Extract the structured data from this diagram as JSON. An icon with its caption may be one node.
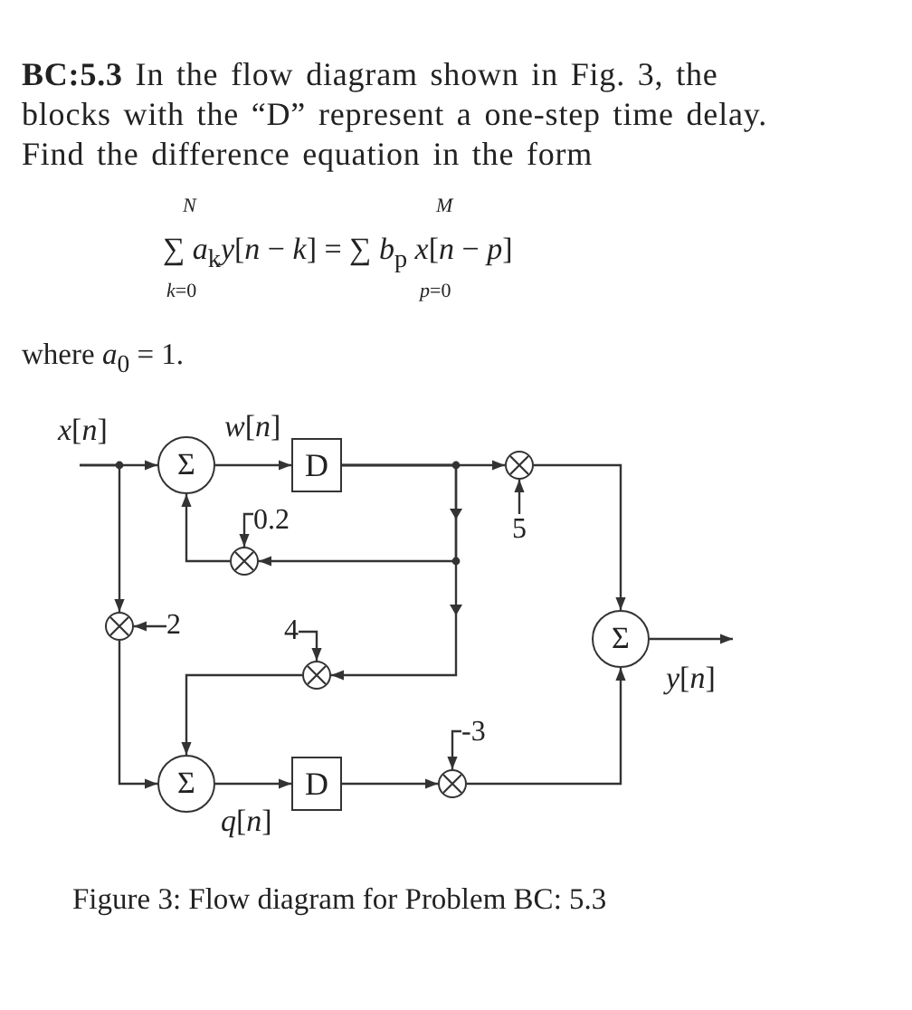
{
  "diagram": {
    "caption": "Figure 3: Flow diagram for Problem BC: 5.3",
    "nodes": [
      {
        "text": [
          "Σ"
        ]
      },
      {
        "text": [
          "D"
        ]
      },
      {
        "text": [],
        "shape": "circle"
      },
      {
        "text": [
          "5"
        ]
      },
      {
        "text": [],
        "shape": "circle"
      },
      {
        "text": [
          "0.2"
        ]
      },
      {
        "text": [],
        "shape": "circle"
      },
      {
        "text": [
          "2"
        ]
      },
      {
        "text": [
          "4"
        ]
      },
      {
        "text": [],
        "shape": "circle"
      },
      {
        "text": [
          "Σ"
        ]
      },
      {
        "text": [
          "Σ"
        ]
      },
      {
        "text": [
          "D"
        ]
      },
      {
        "text": [],
        "shape": "circle"
      },
      {
        "text": [
          "-3"
        ]
      }
    ],
    "edges": [
      {
        "from": null,
        "to": 0,
        "arrow": "to"
      },
      {
        "from": null,
        "to": 6,
        "arrow": "to"
      },
      {
        "from": 0,
        "to": 1,
        "arrow": "to",
        "label": "*w*[*n*]"
      },
      {
        "from": 1,
        "to": 2,
        "arrow": "to"
      },
      {
        "from": 1,
        "to": 4,
        "arrow": "to"
      },
      {
        "from": 1,
        "to": 9,
        "arrow": "to"
      },
      {
        "from": 3,
        "to": 2,
        "arrow": "to"
      },
      {
        "from": 5,
        "to": 4,
        "arrow": "to"
      },
      {
        "from": 7,
        "to": 6,
        "arrow": "to"
      },
      {
        "from": 8,
        "to": 9,
        "arrow": "to"
      },
      {
        "from": 6,
        "to": 11,
        "arrow": "to"
      },
      {
        "from": 9,
        "to": 11,
        "arrow": "to"
      },
      {
        "from": 4,
        "to": 0,
        "arrow": "to"
      },
      {
        "from": 11,
        "to": 12,
        "arrow": "to",
        "label": "*q*[*n*]"
      },
      {
        "from": 12,
        "to": 13,
        "arrow": "to"
      },
      {
        "from": 14,
        "to": 13,
        "arrow": "to"
      },
      {
        "from": 2,
        "to": 10,
        "arrow": "to"
      },
      {
        "from": 13,
        "to": 10,
        "arrow": "to"
      },
      {
        "from": 10,
        "to": null,
        "arrow": "to"
      }
    ],
    "labels": [
      "**BC:5.3** In the flow diagram shown in Fig. 3, the blocks with the “D” represent a one-step time delay. Find the difference equation in the form",
      "*N*",
      "*M*",
      "∑ *a*$_{k}$*y*[*n* − *k*] = ∑ *b*$_{p}$ *x*[*n* − *p*]",
      "*k*=0",
      "*p*=0",
      "where *a*$_{0}$ = 1.",
      "*x*[*n*]",
      "*y*[*n*]"
    ]
  }
}
